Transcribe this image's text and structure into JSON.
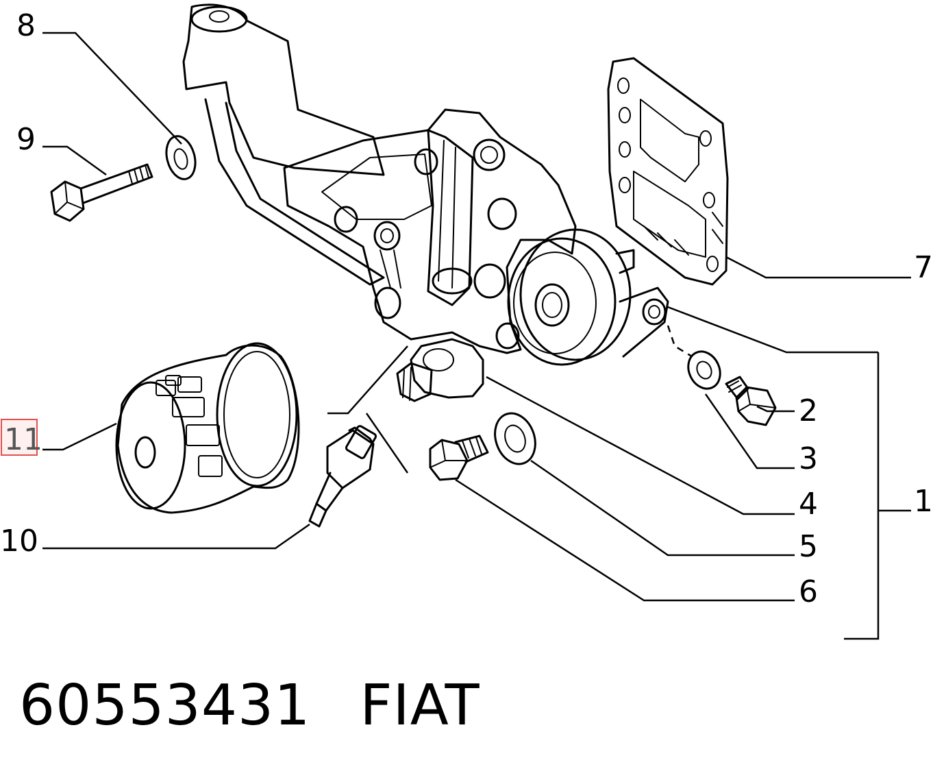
{
  "callouts": {
    "c1": "1",
    "c2": "2",
    "c3": "3",
    "c4": "4",
    "c5": "5",
    "c6": "6",
    "c7": "7",
    "c8": "8",
    "c9": "9",
    "c10": "10",
    "c11": "11"
  },
  "footer": {
    "part_number": "60553431",
    "brand": "FIAT"
  },
  "highlight_color": "#e05050"
}
